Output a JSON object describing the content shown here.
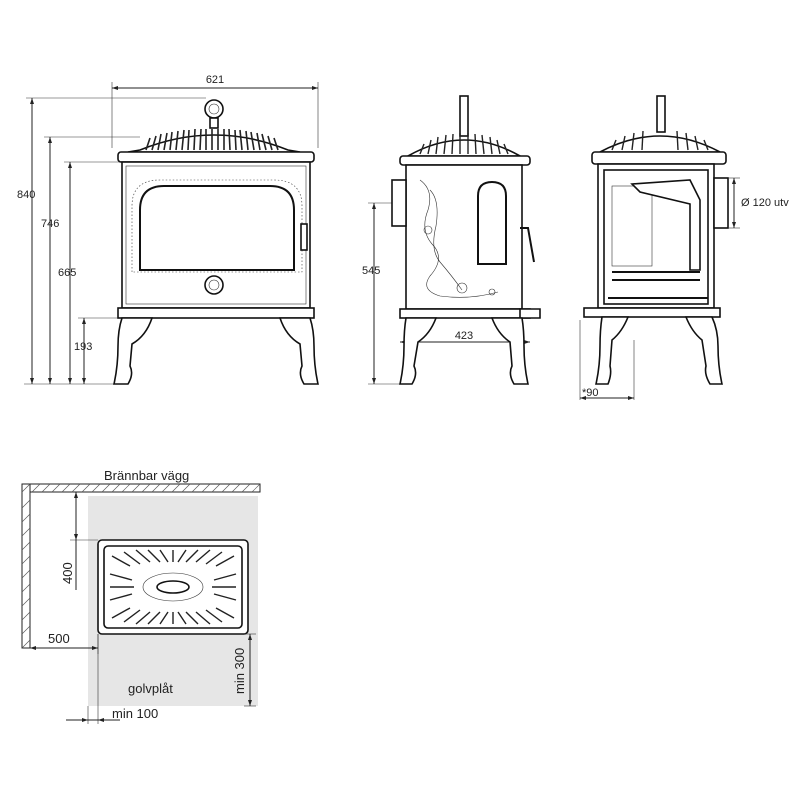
{
  "front_view": {
    "dims": {
      "width": "621",
      "height_total": "840",
      "height_top": "746",
      "height_outlet": "665",
      "height_base": "193"
    }
  },
  "side_view": {
    "dims": {
      "height_outlet": "545",
      "depth": "423"
    }
  },
  "section_view": {
    "dims": {
      "flue": "Ø 120 utv",
      "offset": "*90"
    }
  },
  "plan_view": {
    "labels": {
      "wall": "Brännbar vägg",
      "floor_plate": "golvplåt"
    },
    "dims": {
      "back": "400",
      "side": "500",
      "front": "min 300",
      "margin": "min 100"
    }
  }
}
